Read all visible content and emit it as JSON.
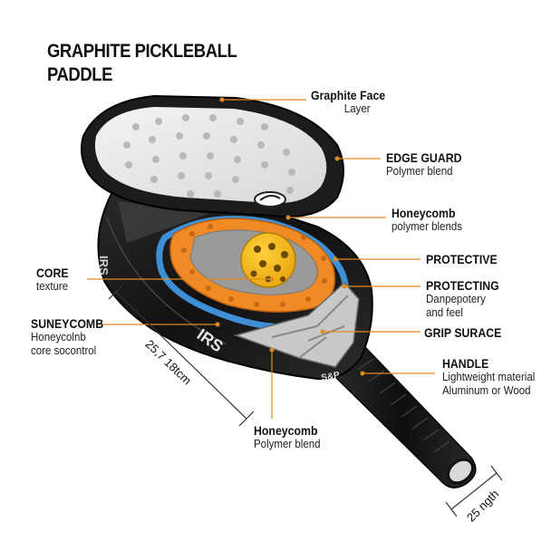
{
  "title_line1": "GRAPHITE PICKLEBALL",
  "title_line2": "PADDLE",
  "labels": {
    "graphite_face": {
      "title": "Graphite Face",
      "sub": "Layer"
    },
    "edge_guard": {
      "title": "EDGE GUARD",
      "sub": "Polymer blend"
    },
    "honeycomb_top": {
      "title": "Honeycomb",
      "sub": "polymer blends"
    },
    "protective": {
      "title": "PROTECTIVE"
    },
    "protecting": {
      "title": "PROTECTING",
      "sub1": "Danpepotery",
      "sub2": "and feel"
    },
    "grip_surface": {
      "title": "GRIP SURACE"
    },
    "handle": {
      "title": "HANDLE",
      "sub1": "Lightweight material",
      "sub2": "Aluminum or Wood"
    },
    "core": {
      "title": "CORE",
      "sub": "texture"
    },
    "suneycomb": {
      "title": "SUNEYCOMB",
      "sub1": "Honeycolnb",
      "sub2": "core socontrol"
    },
    "honeycomb_bottom": {
      "title": "Honeycomb",
      "sub": "Polymer blend"
    }
  },
  "dimensions": {
    "length": "25,7 18tcm",
    "grip": "25 ngth"
  },
  "paddle_marks": {
    "brand_side": "IRS",
    "brand_face": "IRS",
    "small_logo": "S&P"
  },
  "colors": {
    "leader": "#e08a1e",
    "honeycomb_orange": "#f08a24",
    "blue_layer": "#3e8fd6",
    "dark_body": "#1a1a1a"
  }
}
